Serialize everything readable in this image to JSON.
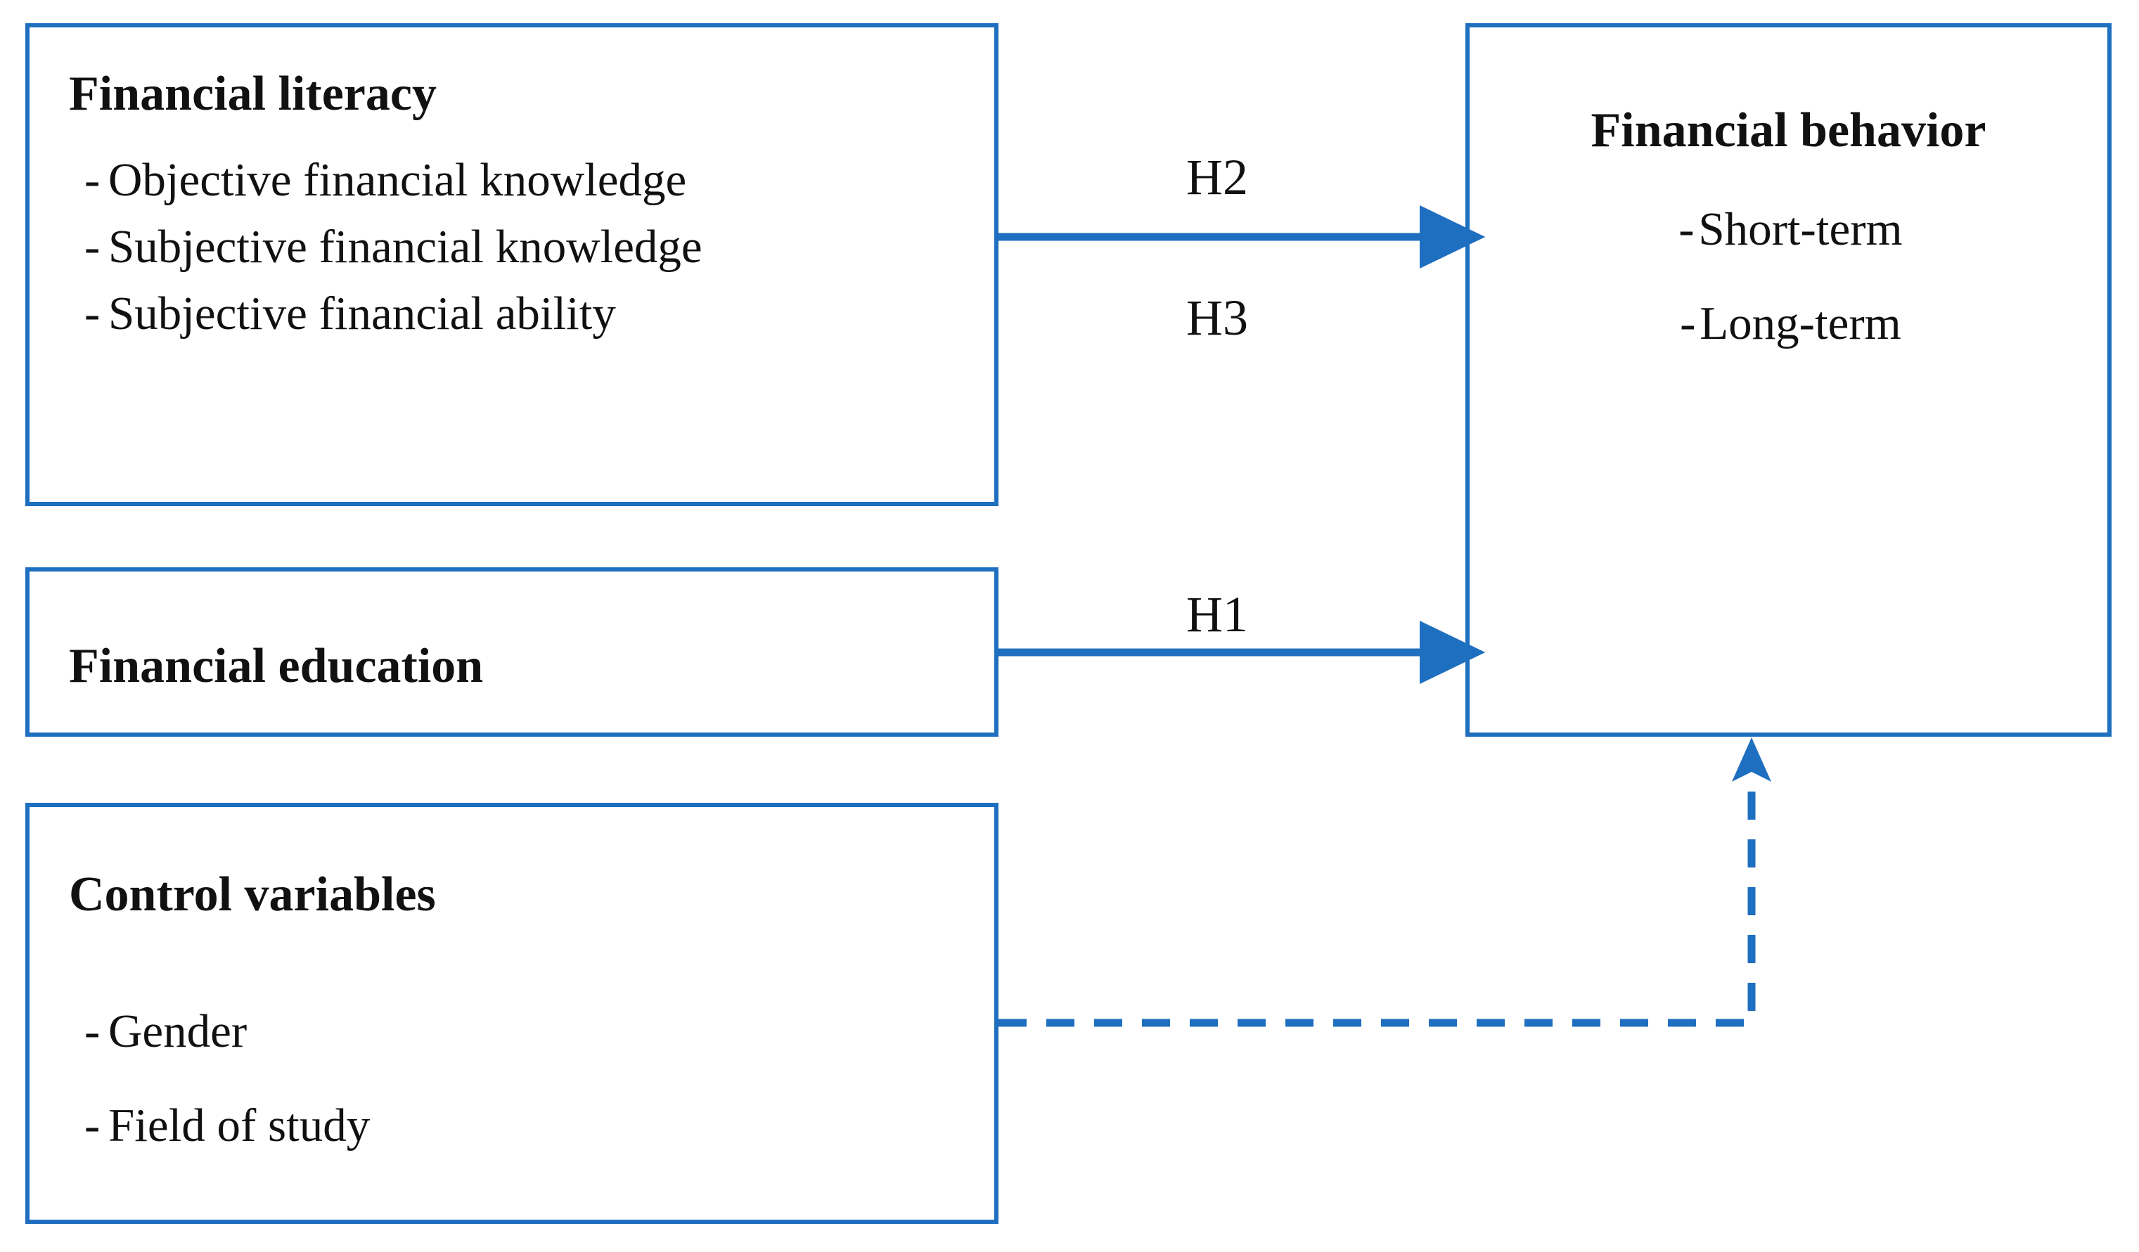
{
  "diagram": {
    "accent_color": "#1F6FC0",
    "text_color": "#111111",
    "background_color": "#FFFFFF"
  },
  "nodes": {
    "financial_literacy": {
      "title": "Financial literacy",
      "items": [
        "Objective financial knowledge",
        "Subjective financial knowledge",
        "Subjective financial ability"
      ]
    },
    "financial_education": {
      "title": "Financial education",
      "items": []
    },
    "control_variables": {
      "title": "Control variables",
      "items": [
        "Gender",
        "Field of study"
      ]
    },
    "financial_behavior": {
      "title": "Financial behavior",
      "items": [
        "Short-term",
        "Long-term"
      ]
    }
  },
  "edges": {
    "h2": {
      "label": "H2",
      "from": "financial_literacy",
      "to": "financial_behavior",
      "style": "solid"
    },
    "h3": {
      "label": "H3",
      "from": "financial_literacy",
      "to": "financial_behavior",
      "style": "solid"
    },
    "h1": {
      "label": "H1",
      "from": "financial_education",
      "to": "financial_behavior",
      "style": "solid"
    },
    "moderation": {
      "label": "",
      "from": "control_variables",
      "to": "financial_behavior",
      "style": "dashed"
    }
  },
  "bullet": {
    "dash": "-"
  }
}
